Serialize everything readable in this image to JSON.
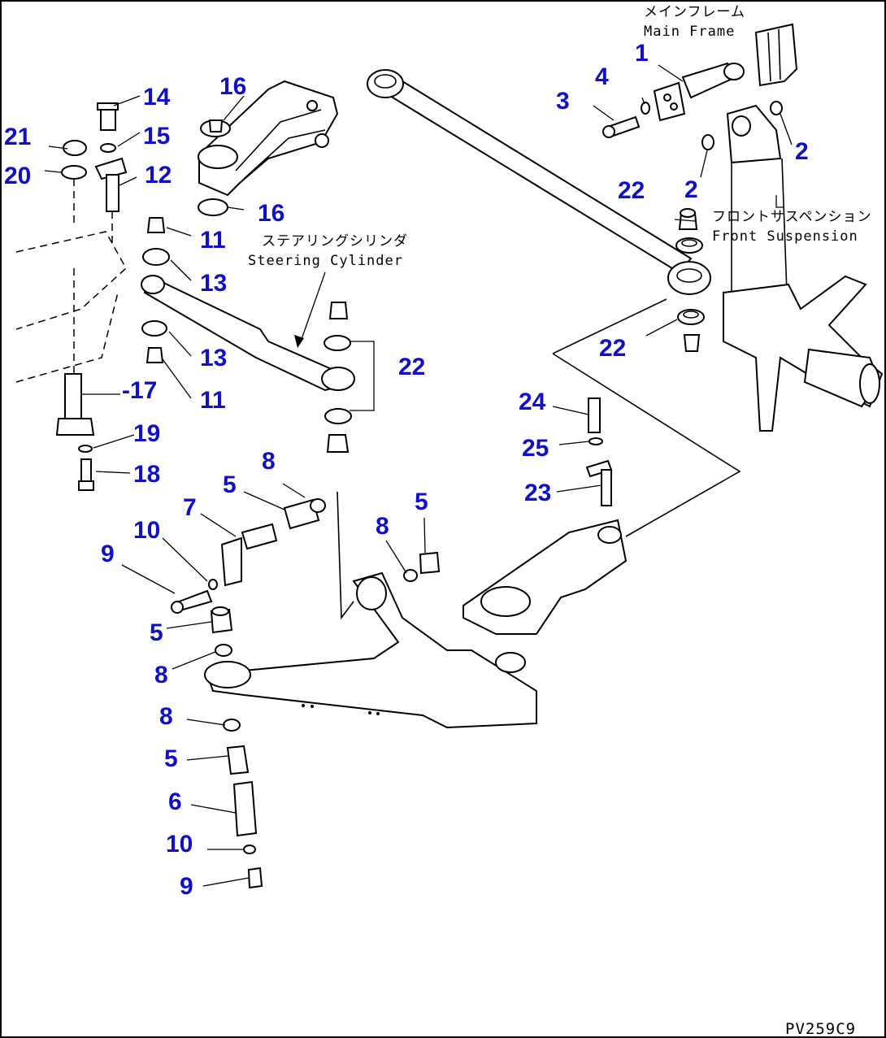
{
  "labels": {
    "l1": "1",
    "l2a": "2",
    "l2b": "2",
    "l3": "3",
    "l4": "4",
    "l5a": "5",
    "l5b": "5",
    "l5c": "5",
    "l5d": "5",
    "l6": "6",
    "l7": "7",
    "l8a": "8",
    "l8b": "8",
    "l8c": "8",
    "l8d": "8",
    "l9a": "9",
    "l9b": "9",
    "l10a": "10",
    "l10b": "10",
    "l11a": "11",
    "l11b": "11",
    "l12": "12",
    "l13a": "13",
    "l13b": "13",
    "l14": "14",
    "l15": "15",
    "l16a": "16",
    "l16b": "16",
    "l17": "-17",
    "l18": "18",
    "l19": "19",
    "l20": "20",
    "l21": "21",
    "l22a": "22",
    "l22b": "22",
    "l22c": "22",
    "l23": "23",
    "l24": "24",
    "l25": "25"
  },
  "captions": {
    "main_frame_jp": "メインフレーム",
    "main_frame_en": "Main Frame",
    "steering_cyl_jp": "ステアリングシリンダ",
    "steering_cyl_en": "Steering Cylinder",
    "front_susp_jp": "フロントサスペンション",
    "front_susp_en": "Front Suspension"
  },
  "drawing_code": "PV259C9"
}
